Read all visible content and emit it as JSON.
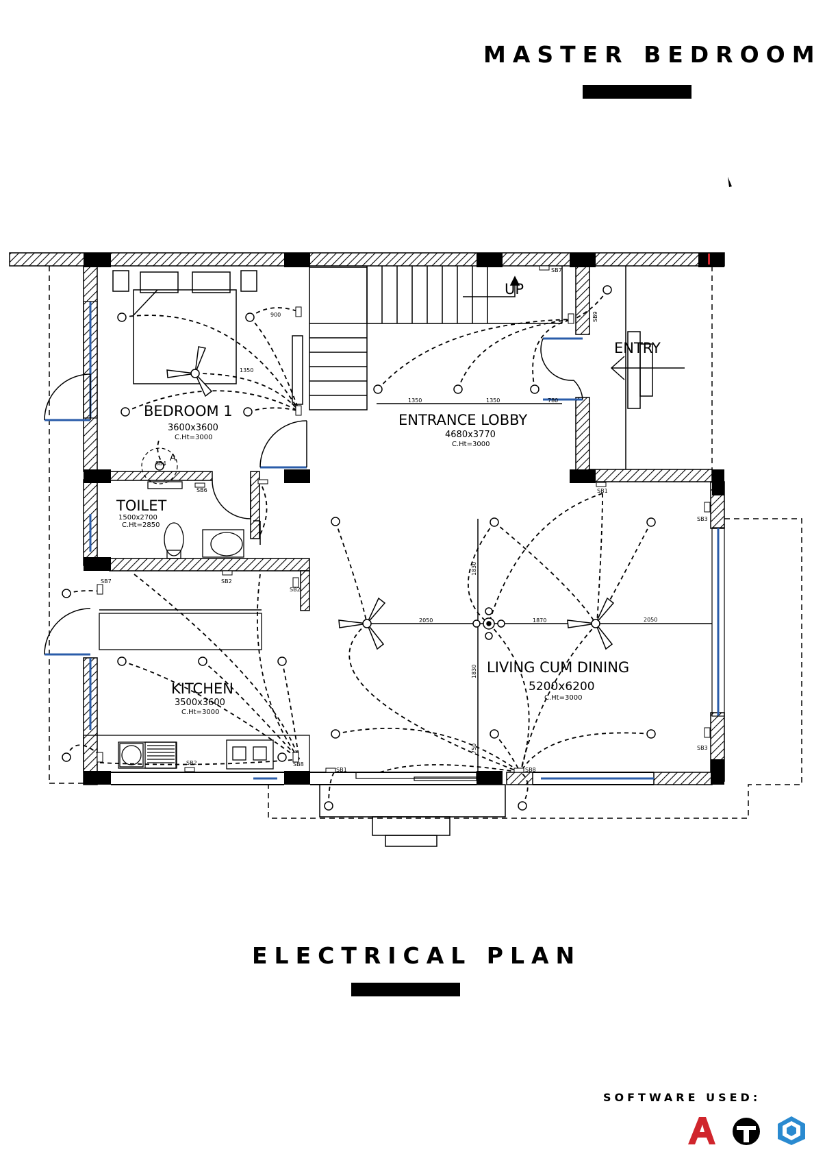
{
  "sheet": {
    "title": "MASTER BEDROOM",
    "plan_title": "ELECTRICAL PLAN",
    "software_label": "SOFTWARE USED:",
    "software_icons": [
      "autocad-icon",
      "tekla-icon",
      "sketchup-icon"
    ]
  },
  "rooms": [
    {
      "name": "BEDROOM 1",
      "dims": "3600x3600",
      "height": "C.Ht=3000"
    },
    {
      "name": "ENTRANCE LOBBY",
      "dims": "4680x3770",
      "height": "C.Ht=3000"
    },
    {
      "name": "TOILET",
      "dims": "1500x2700",
      "height": "C.Ht=2850"
    },
    {
      "name": "KITCHEN",
      "dims": "3500x3600",
      "height": "C.Ht=3000"
    },
    {
      "name": "LIVING CUM DINING",
      "dims": "5200x6200",
      "height": "C.Ht=3000"
    }
  ],
  "labels": {
    "entry": "ENTRY",
    "stair_up": "UP",
    "section_mark": "A"
  },
  "dimensions": [
    "900",
    "1350",
    "1350",
    "1350",
    "780",
    "1830",
    "2050",
    "1870",
    "2050",
    "1830",
    "750"
  ],
  "switchboards": [
    "SB7",
    "SB9",
    "SB4",
    "SB6",
    "SB1",
    "SB3",
    "SB7",
    "SB2",
    "SB2",
    "SB8",
    "SB2",
    "SB1",
    "SB8",
    "SB3"
  ],
  "colors": {
    "wall_hatch": "#000000",
    "window_glass": "#2a5caa",
    "logo_red": "#d0252c",
    "logo_blue": "#2a8ad0"
  }
}
